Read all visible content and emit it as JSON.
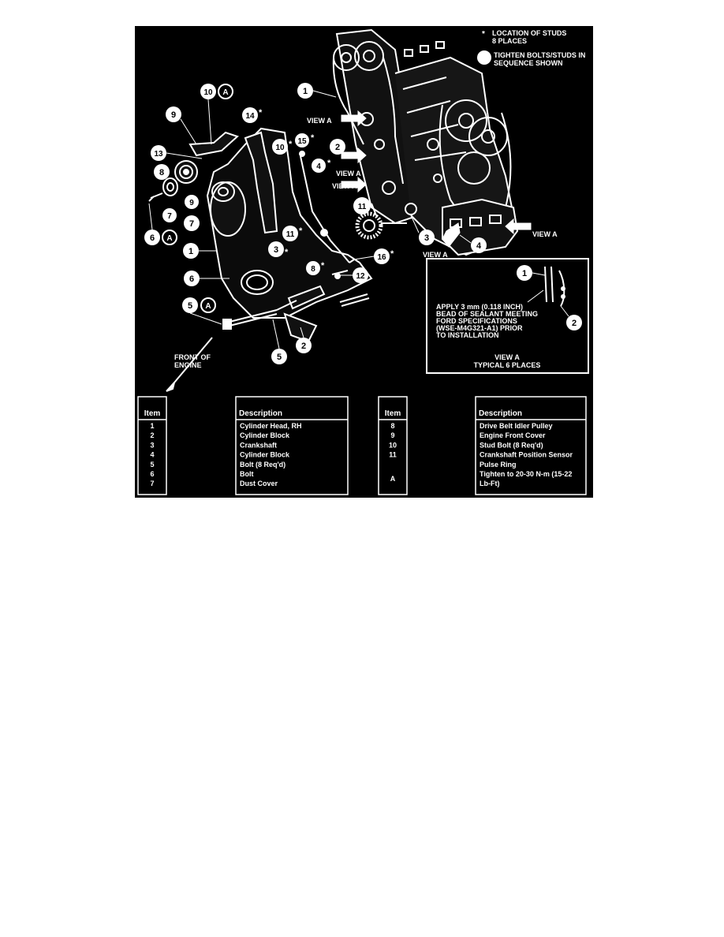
{
  "legend": {
    "studs": "LOCATION OF STUDS",
    "studs_count": "8 PLACES",
    "sequence_1": "TIGHTEN BOLTS/STUDS IN",
    "sequence_2": "SEQUENCE SHOWN"
  },
  "labels": {
    "view_a": "VIEW A",
    "front_1": "FRONT OF",
    "front_2": "ENGINE"
  },
  "inset": {
    "line1": "APPLY 3 mm (0.118 INCH)",
    "line2": "BEAD OF SEALANT MEETING",
    "line3": "FORD SPECIFICATIONS",
    "line4": "(WSE-M4G321-A1) PRIOR",
    "line5": "TO INSTALLATION",
    "title1": "VIEW A",
    "title2": "TYPICAL 6 PLACES"
  },
  "callouts": {
    "n1": "1",
    "n2": "2",
    "n3": "3",
    "n4": "4",
    "n5": "5",
    "n6": "6",
    "n7": "7",
    "n8": "8",
    "n9": "9",
    "n10": "10",
    "n11": "11",
    "n12": "12",
    "n13": "13",
    "n14": "14",
    "n15": "15",
    "n16": "16",
    "a": "A",
    "star": "*"
  },
  "table_left": {
    "item_header": "Item",
    "desc_header": "Description",
    "items": [
      "1",
      "2",
      "3",
      "4",
      "5",
      "6",
      "7"
    ],
    "descriptions": [
      "Cylinder Head, RH",
      "Cylinder Block",
      "Crankshaft",
      "Cylinder Block",
      "Bolt (8 Req'd)",
      "Bolt",
      "Dust Cover"
    ]
  },
  "table_right": {
    "item_header": "Item",
    "desc_header": "Description",
    "items": [
      "8",
      "9",
      "10",
      "11",
      "",
      "A"
    ],
    "descriptions": [
      "Drive Belt Idler Pulley",
      "Engine Front Cover",
      "Stud Bolt (8 Req'd)",
      "Crankshaft Position Sensor",
      "Pulse Ring",
      "Tighten to 20-30 N-m (15-22",
      "Lb-Ft)"
    ]
  }
}
